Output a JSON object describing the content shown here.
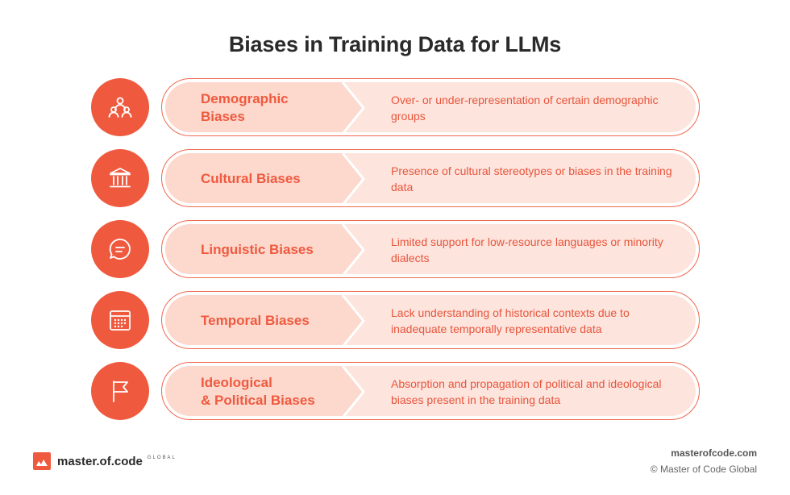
{
  "title": "Biases in Training Data for LLMs",
  "colors": {
    "accent": "#ef5a3f",
    "pill_fill": "#fde4dd",
    "text_dark": "#2a2a2a"
  },
  "rows": [
    {
      "icon": "people-icon",
      "label": "Demographic\nBiases",
      "description": "Over- or under-representation of certain demographic groups"
    },
    {
      "icon": "institution-icon",
      "label": "Cultural Biases",
      "description": "Presence of cultural stereotypes or biases in the training data"
    },
    {
      "icon": "chat-bubble-icon",
      "label": "Linguistic Biases",
      "description": "Limited support for low-resource languages or minority dialects"
    },
    {
      "icon": "calendar-icon",
      "label": "Temporal Biases",
      "description": "Lack understanding of historical contexts due to inadequate temporally representative data"
    },
    {
      "icon": "flag-icon",
      "label": "Ideological\n& Political Biases",
      "description": "Absorption and propagation of political and ideological biases present in the training data"
    }
  ],
  "footer": {
    "logo_text": "master.of.code",
    "logo_sub": "GLOBAL",
    "site": "masterofcode.com",
    "copyright": "© Master of Code Global"
  }
}
